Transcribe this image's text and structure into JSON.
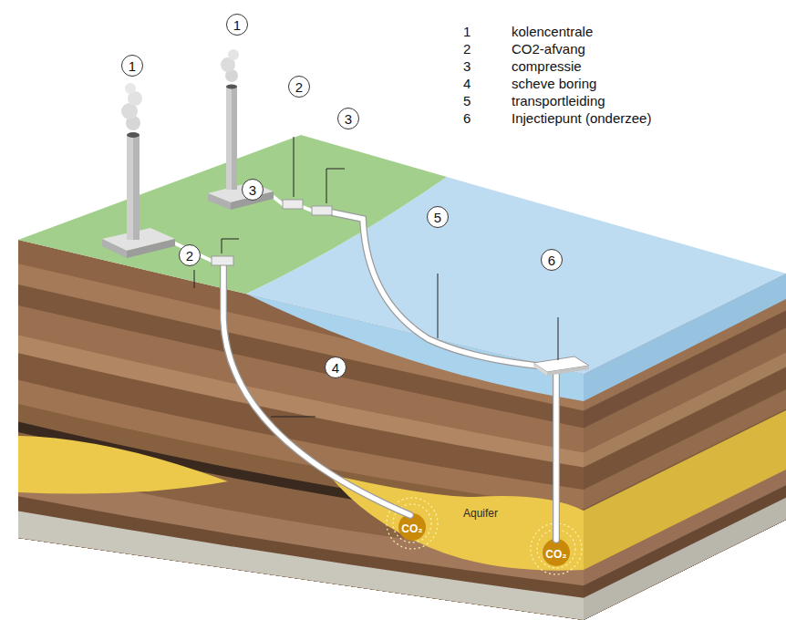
{
  "diagram": {
    "nodes": [
      {
        "text": [
          "1"
        ]
      },
      {
        "text": [
          "1"
        ]
      },
      {
        "text": [
          "2"
        ]
      },
      {
        "text": [
          "3"
        ]
      },
      {
        "text": [
          "3"
        ]
      },
      {
        "text": [
          "5"
        ]
      },
      {
        "text": [
          "2"
        ]
      },
      {
        "text": [
          "6"
        ]
      },
      {
        "text": [
          "4"
        ]
      }
    ],
    "labels": [
      "1",
      "kolencentrale",
      "2",
      "CO2-afvang",
      "3",
      "compressie",
      "4",
      "scheve boring",
      "5",
      "transportleiding",
      "6",
      "Injectiepunt (onderzee)",
      "CO₂",
      "Aquifer",
      "CO₂"
    ]
  }
}
